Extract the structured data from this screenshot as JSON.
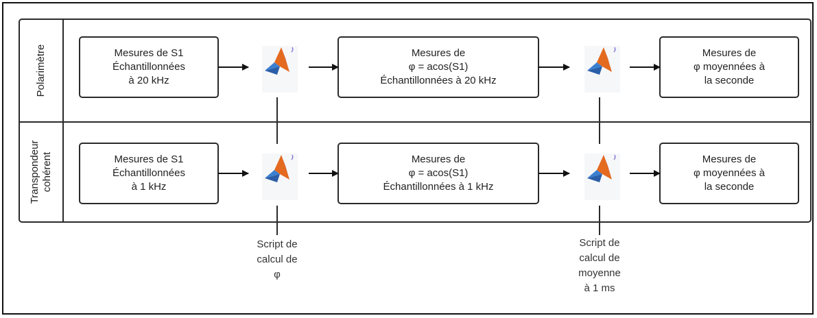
{
  "lanes": [
    {
      "label": "Polarimètre"
    },
    {
      "label": "Transpondeur\ncohérent"
    }
  ],
  "row1": {
    "input": "Mesures de S1\nÉchantillonnées\nà 20 kHz",
    "phase": "Mesures de\nφ = acos(S1)\nÉchantillonnées à 20 kHz",
    "output": "Mesures de\nφ moyennées à\nla seconde"
  },
  "row2": {
    "input": "Mesures de S1\nÉchantillonnées\nà 1 kHz",
    "phase": "Mesures de\nφ = acos(S1)\nÉchantillonnées à 1 kHz",
    "output": "Mesures de\nφ moyennées à\nla seconde"
  },
  "scripts": {
    "phase_script": "Script de\ncalcul de\nφ",
    "average_script": "Script de\ncalcul de\nmoyenne\nà 1 ms"
  },
  "icons": [
    "matlab-logo-icon",
    "matlab-logo-icon",
    "matlab-logo-icon",
    "matlab-logo-icon"
  ]
}
